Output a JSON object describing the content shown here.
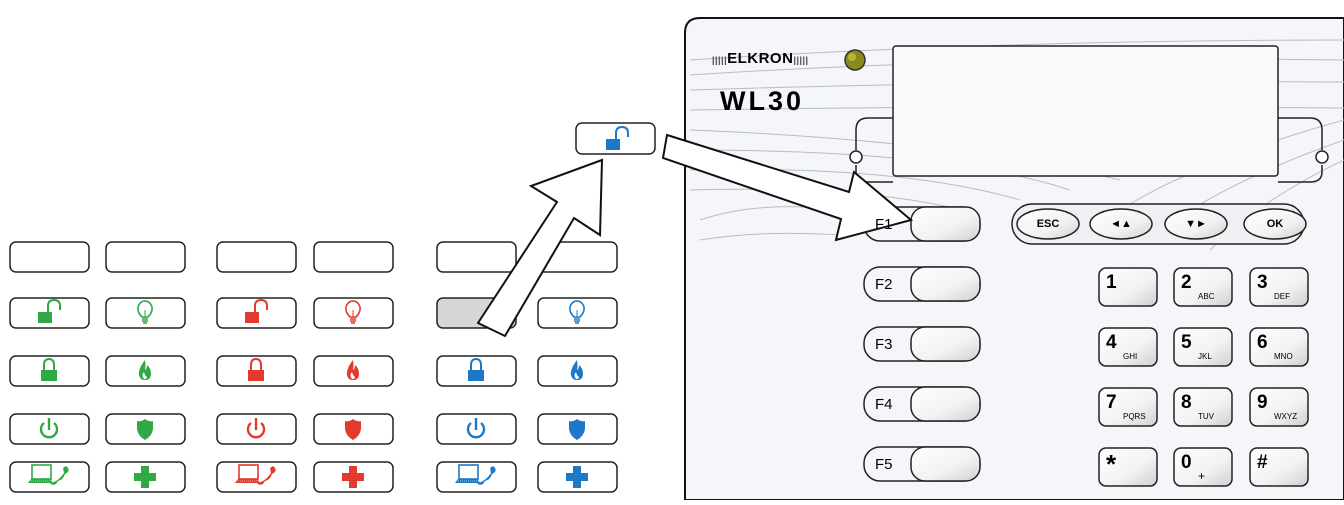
{
  "panel": {
    "brand": "ELKRON",
    "model": "WL30",
    "led_color": "#8a8a1a"
  },
  "nav_keys": [
    {
      "id": "esc",
      "label": "ESC"
    },
    {
      "id": "left-up",
      "label": "◄▲"
    },
    {
      "id": "down-right",
      "label": "▼►"
    },
    {
      "id": "ok",
      "label": "OK"
    }
  ],
  "function_keys": [
    "F1",
    "F2",
    "F3",
    "F4",
    "F5"
  ],
  "keypad": [
    {
      "digit": "1",
      "letters": ""
    },
    {
      "digit": "2",
      "letters": "ABC"
    },
    {
      "digit": "3",
      "letters": "DEF"
    },
    {
      "digit": "4",
      "letters": "GHI"
    },
    {
      "digit": "5",
      "letters": "JKL"
    },
    {
      "digit": "6",
      "letters": "MNO"
    },
    {
      "digit": "7",
      "letters": "PQRS"
    },
    {
      "digit": "8",
      "letters": "TUV"
    },
    {
      "digit": "9",
      "letters": "WXYZ"
    },
    {
      "digit": "*",
      "letters": ""
    },
    {
      "digit": "0",
      "letters": "+"
    },
    {
      "digit": "#",
      "letters": ""
    }
  ],
  "icon_sets": [
    {
      "color": "#2fa845",
      "name": "green"
    },
    {
      "color": "#e33a2e",
      "name": "red"
    },
    {
      "color": "#1e78c8",
      "name": "blue"
    }
  ],
  "icon_rows": [
    [
      "blank-icon",
      "blank-icon"
    ],
    [
      "unlock-icon",
      "bulb-icon"
    ],
    [
      "lock-icon",
      "flame-icon"
    ],
    [
      "power-icon",
      "shield-icon"
    ],
    [
      "computer-phone-icon",
      "plus-icon"
    ]
  ],
  "highlight_color": "#d6d6d6",
  "floating_label_icon": "unlock-icon"
}
